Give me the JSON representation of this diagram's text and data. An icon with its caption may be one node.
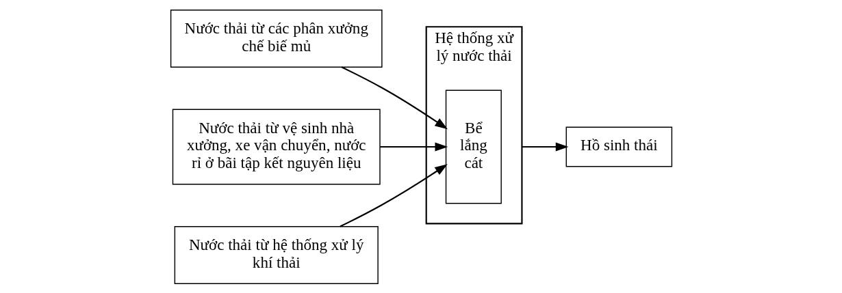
{
  "diagram": {
    "nodes": [
      {
        "text": [
          "Nước thải từ các phân xưởng chế biế mủ"
        ]
      },
      {
        "text": [
          "Nước thải từ vệ sinh nhà xưởng, xe vận chuyển, nước rỉ ở bãi tập kết nguyên liệu"
        ]
      },
      {
        "text": [
          "Nước thải từ hệ thống xử lý khí thải"
        ]
      },
      {
        "text": [
          "Hệ thống xử lý nước thải"
        ]
      },
      {
        "text": [
          "Bể lắng cát"
        ],
        "in": 3
      },
      {
        "text": [
          "Hồ sinh thái"
        ]
      }
    ],
    "edges": [
      {
        "from": 0,
        "to": 4,
        "arrow": "to"
      },
      {
        "from": 1,
        "to": 4,
        "arrow": "to"
      },
      {
        "from": 2,
        "to": 4,
        "arrow": "to"
      },
      {
        "from": 3,
        "to": 5,
        "arrow": "to"
      }
    ]
  }
}
